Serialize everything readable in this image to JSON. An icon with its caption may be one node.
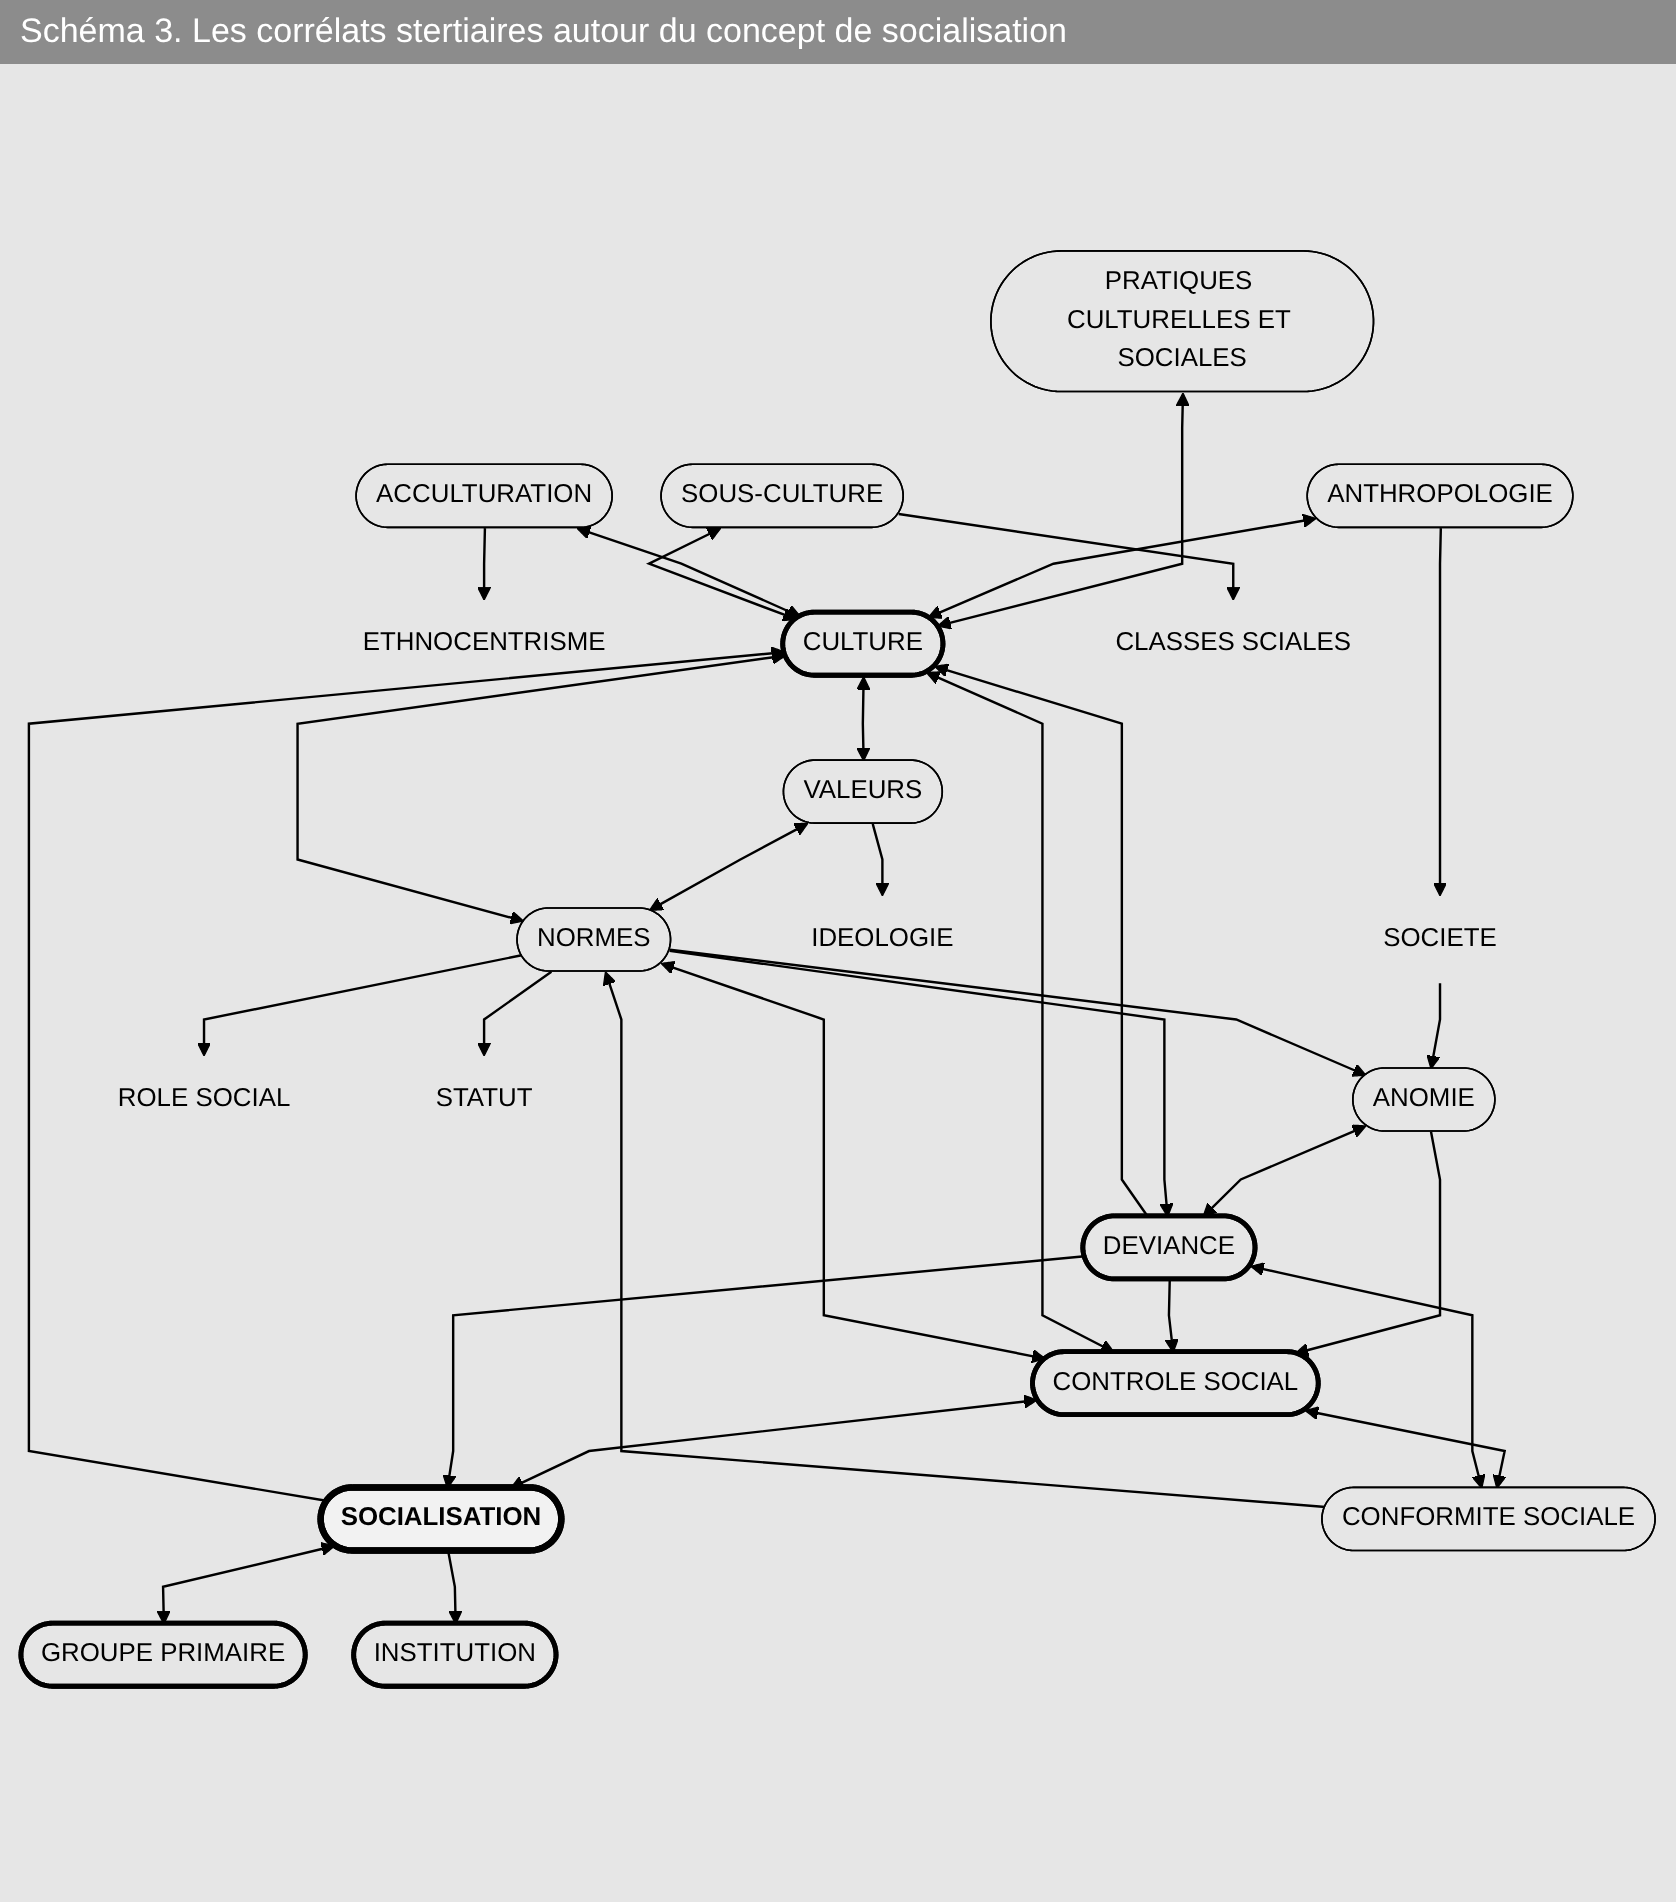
{
  "diagram": {
    "title": "Schéma 3. Les corrélats stertiaires autour du concept de socialisation",
    "nodes": [
      {
        "text": [
          "ETHNOCENTRISME"
        ]
      },
      {
        "text": [
          "ANTHROPOLOGIE"
        ]
      },
      {
        "text": [
          "ACCULTURATION"
        ]
      },
      {
        "text": [
          "PRATIQUES CULTURELLES ET SOCIALES"
        ]
      },
      {
        "text": [
          "SOUS-CULTURE"
        ]
      },
      {
        "text": [
          "CULTURE"
        ]
      },
      {
        "text": [
          "CONTROLE SOCIAL"
        ]
      },
      {
        "text": [
          "SOCIETE"
        ]
      },
      {
        "text": [
          "ANOMIE"
        ]
      },
      {
        "text": [
          "DEVIANCE"
        ]
      },
      {
        "text": [
          "GROUPE PRIMAIRE"
        ]
      },
      {
        "text": [
          "SOCIALISATION"
        ]
      },
      {
        "text": [
          "INSTITUTION"
        ]
      },
      {
        "text": [
          "CONFORMITE SOCIALE"
        ]
      },
      {
        "text": [
          "IDEOLOGIE"
        ]
      },
      {
        "text": [
          "VALEURS"
        ]
      },
      {
        "text": [
          "NORMES"
        ]
      },
      {
        "text": [
          "CLASSES SCIALES"
        ]
      },
      {
        "text": [
          "ROLE SOCIAL"
        ]
      },
      {
        "text": [
          "STATUT"
        ]
      }
    ],
    "edges": [
      {
        "from": 2,
        "to": 0,
        "arrow": "to"
      },
      {
        "from": 3,
        "to": 5,
        "arrow": "both"
      },
      {
        "from": 1,
        "to": 5,
        "arrow": "both"
      },
      {
        "from": 2,
        "to": 5,
        "arrow": "both"
      },
      {
        "from": 1,
        "to": 7,
        "arrow": "to"
      },
      {
        "from": 4,
        "to": 5,
        "arrow": "both"
      },
      {
        "from": 4,
        "to": 17,
        "arrow": "to"
      },
      {
        "from": 5,
        "to": 15,
        "arrow": "both"
      },
      {
        "from": 6,
        "to": 5,
        "arrow": "both"
      },
      {
        "from": 8,
        "to": 6,
        "arrow": "to"
      },
      {
        "from": 7,
        "to": 8,
        "arrow": "to"
      },
      {
        "from": 9,
        "to": 5,
        "arrow": "to"
      },
      {
        "from": 8,
        "to": 9,
        "arrow": "both"
      },
      {
        "from": 9,
        "to": 6,
        "arrow": "to"
      },
      {
        "from": 6,
        "to": 11,
        "arrow": "both"
      },
      {
        "from": 9,
        "to": 11,
        "arrow": "to"
      },
      {
        "from": 11,
        "to": 5,
        "arrow": "to"
      },
      {
        "from": 16,
        "to": 5,
        "arrow": "both"
      },
      {
        "from": 16,
        "to": 8,
        "arrow": "to"
      },
      {
        "from": 16,
        "to": 9,
        "arrow": "to"
      },
      {
        "from": 6,
        "to": 13,
        "arrow": "both"
      },
      {
        "from": 9,
        "to": 13,
        "arrow": "both"
      },
      {
        "from": 6,
        "to": 16,
        "arrow": "both"
      },
      {
        "from": 13,
        "to": 16,
        "arrow": "to"
      },
      {
        "from": 11,
        "to": 10,
        "arrow": "both"
      },
      {
        "from": 11,
        "to": 12,
        "arrow": "to"
      },
      {
        "from": 15,
        "to": 14,
        "arrow": "to"
      },
      {
        "from": 15,
        "to": 16,
        "arrow": "both"
      },
      {
        "from": 16,
        "to": 18,
        "arrow": "to"
      },
      {
        "from": 16,
        "to": 19,
        "arrow": "to"
      }
    ]
  }
}
